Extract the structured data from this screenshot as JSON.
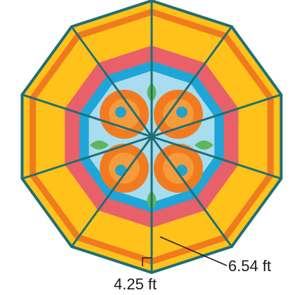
{
  "figure": {
    "shape": "regular decagon with radial segments and concentric colored bands",
    "labels": {
      "side_length": "4.25 ft",
      "apothem": "6.54 ft"
    },
    "colors": {
      "outline": "#1f6f74",
      "outer_band": "#ffc21a",
      "outer_stripe": "#f07a1e",
      "red_ring": "#e8606a",
      "blue_ring": "#1ea6d8",
      "inner_field": "#a8dcef",
      "flower_orange": "#f27b22",
      "flower_center": "#22a3c9",
      "leaf_green": "#5fb65a",
      "dashed_line": "#d9475a"
    }
  }
}
